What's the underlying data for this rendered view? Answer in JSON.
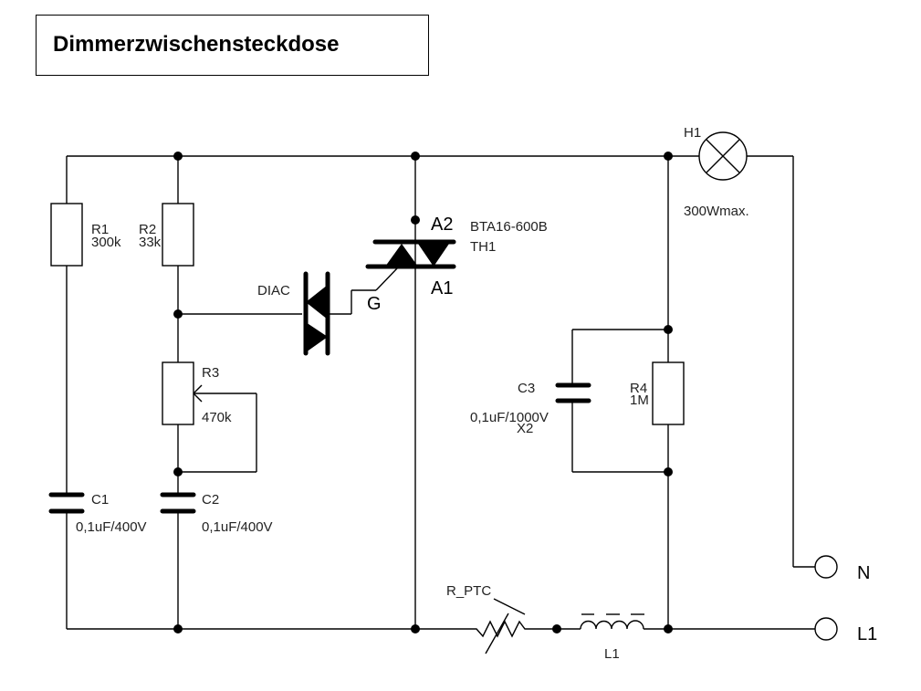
{
  "title": "Dimmerzwischensteckdose",
  "components": {
    "R1": {
      "ref": "R1",
      "value": "300k"
    },
    "R2": {
      "ref": "R2",
      "value": "33k"
    },
    "R3": {
      "ref": "R3",
      "value": "470k"
    },
    "R4": {
      "ref": "R4",
      "value": "1M"
    },
    "C1": {
      "ref": "C1",
      "value": "0,1uF/400V"
    },
    "C2": {
      "ref": "C2",
      "value": "0,1uF/400V"
    },
    "C3": {
      "ref": "C3",
      "value": "0,1uF/1000V",
      "class": "X2"
    },
    "DIAC": {
      "ref": "DIAC"
    },
    "TH1": {
      "ref": "TH1",
      "part": "BTA16-600B",
      "pin_a2": "A2",
      "pin_a1": "A1",
      "pin_g": "G"
    },
    "H1": {
      "ref": "H1",
      "rating": "300Wmax."
    },
    "R_PTC": {
      "ref": "R_PTC"
    },
    "L1": {
      "ref": "L1"
    }
  },
  "terminals": {
    "neutral": "N",
    "line": "L1"
  }
}
